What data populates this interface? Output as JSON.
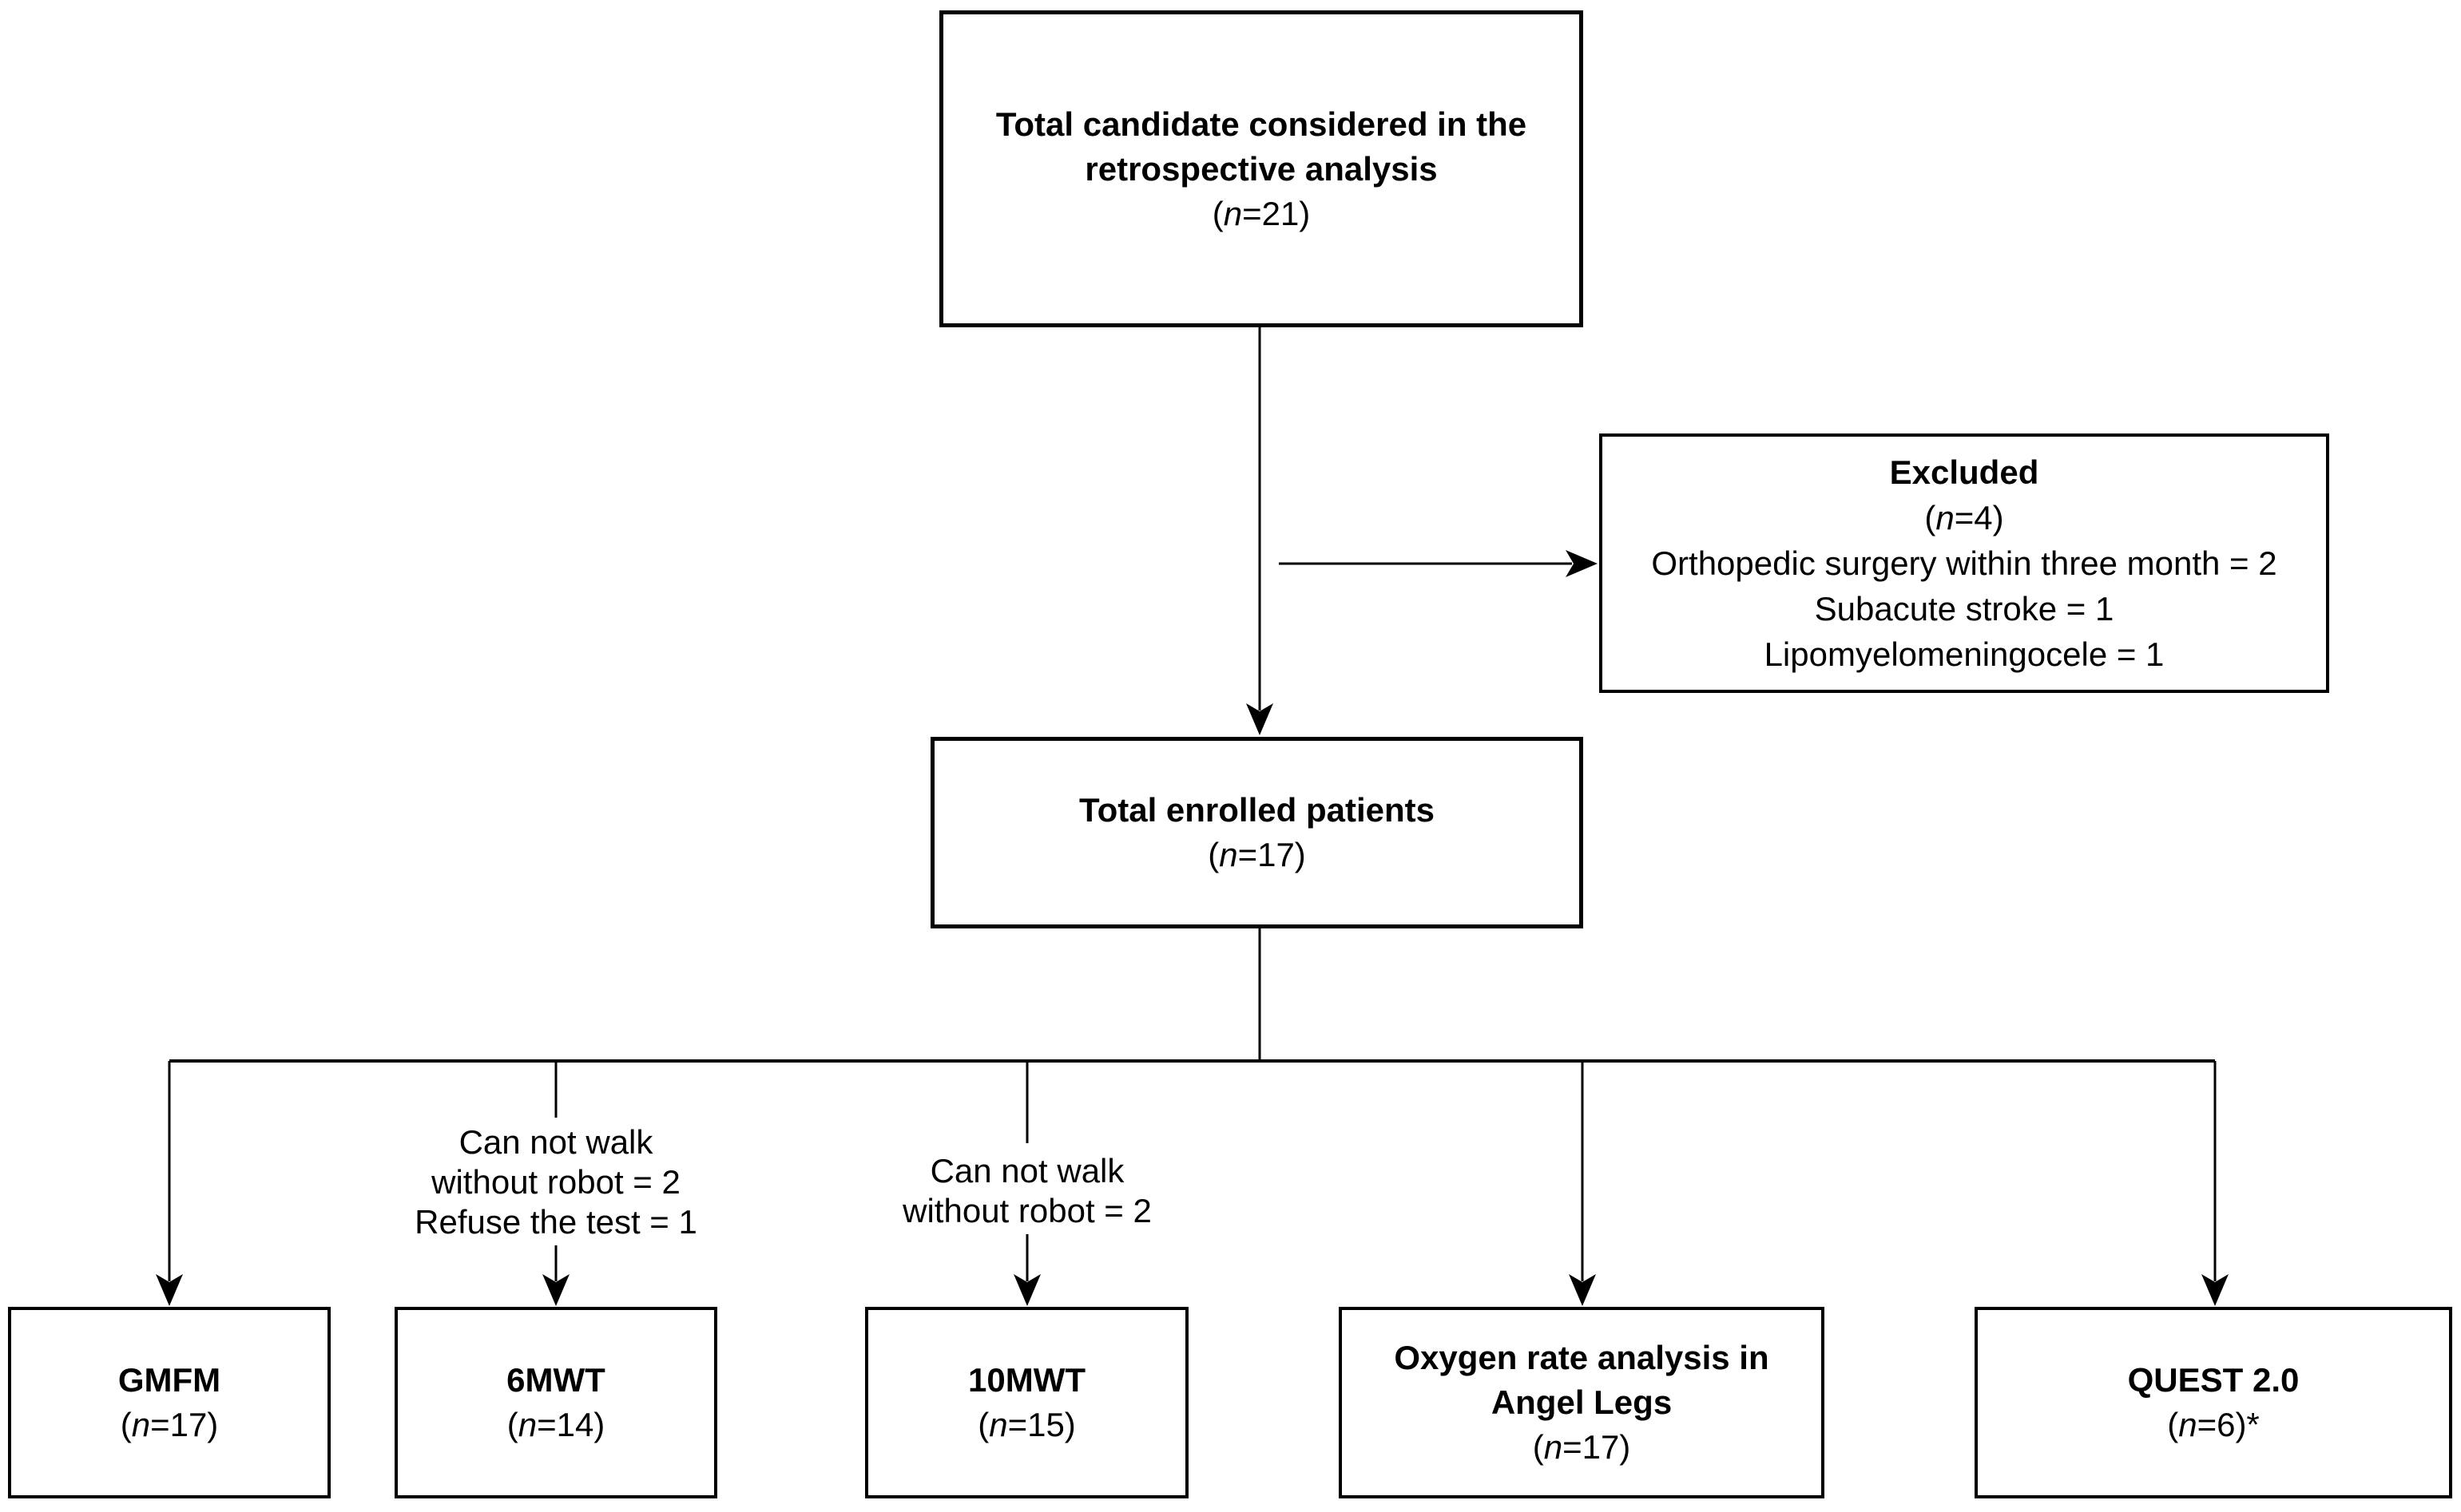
{
  "diagram": {
    "background_color": "#ffffff",
    "line_color": "#000000",
    "text_color": "#000000",
    "nodes": {
      "total_candidates": {
        "title_lines": [
          "Total candidate considered in the",
          "retrospective analysis"
        ],
        "count": "(n=21)"
      },
      "excluded": {
        "title_lines": [
          "Excluded"
        ],
        "count": "(n=4)",
        "detail_lines": [
          "Orthopedic surgery within three month = 2",
          "Subacute stroke = 1",
          "Lipomyelomeningocele = 1"
        ]
      },
      "enrolled": {
        "title_lines": [
          "Total enrolled patients"
        ],
        "count": "(n=17)"
      },
      "gmfm": {
        "title_lines": [
          "GMFM"
        ],
        "count": "(n=17)"
      },
      "six_mwt": {
        "title_lines": [
          "6MWT"
        ],
        "count": "(n=14)"
      },
      "ten_mwt": {
        "title_lines": [
          "10MWT"
        ],
        "count": "(n=15)"
      },
      "oxygen": {
        "title_lines": [
          "Oxygen rate analysis in",
          "Angel Legs"
        ],
        "count": "(n=17)"
      },
      "quest": {
        "title_lines": [
          "QUEST 2.0"
        ],
        "count": "(n=6)*"
      }
    },
    "annotations": {
      "six_mwt_note_lines": [
        "Can not walk",
        "without robot = 2",
        "Refuse the test = 1"
      ],
      "ten_mwt_note_lines": [
        "Can not walk",
        "without robot = 2"
      ]
    }
  }
}
